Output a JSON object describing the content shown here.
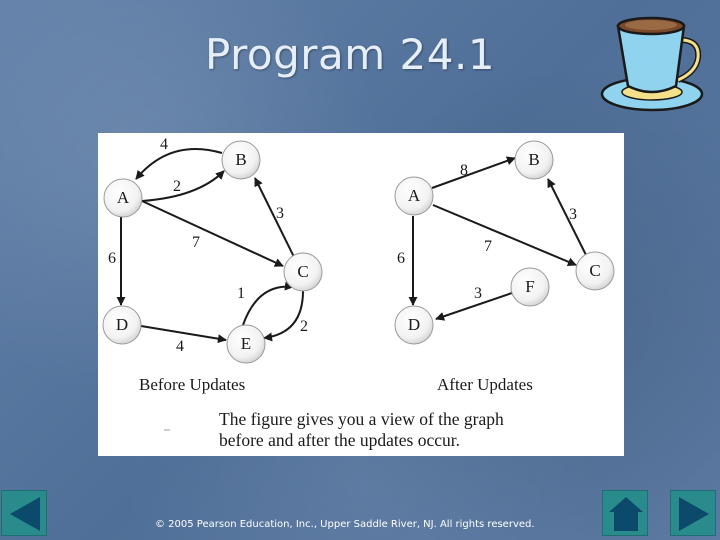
{
  "slide": {
    "title": "Program 24.1",
    "copyright": "© 2005 Pearson Education, Inc., Upper Saddle River, NJ.  All rights reserved."
  },
  "figure": {
    "before": {
      "caption": "Before Updates",
      "nodes": [
        "A",
        "B",
        "C",
        "D",
        "E"
      ],
      "edge_weights": [
        "4",
        "2",
        "7",
        "6",
        "3",
        "1",
        "2",
        "4"
      ]
    },
    "after": {
      "caption": "After Updates",
      "nodes": [
        "A",
        "B",
        "C",
        "D",
        "F"
      ],
      "edge_weights": [
        "8",
        "3",
        "7",
        "6",
        "3"
      ]
    },
    "note_lines": [
      "The figure gives you a view of the graph",
      "before and after the updates occur."
    ]
  },
  "navigation": {
    "prev_icon": "triangle-left-icon",
    "home_icon": "home-icon",
    "next_icon": "triangle-right-icon"
  },
  "colors": {
    "background": "#5a78a0",
    "title": "#e6eef8",
    "nav_button": "#2a8b8c",
    "nav_glyph": "#0b4a6b"
  }
}
